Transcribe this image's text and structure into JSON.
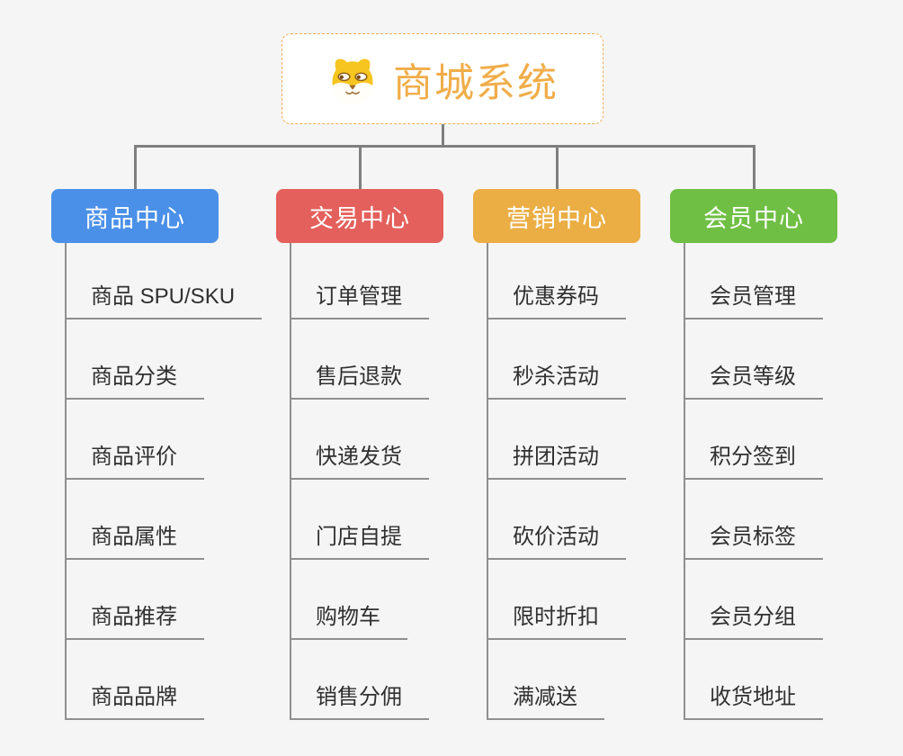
{
  "root": {
    "title": "商城系统",
    "icon": "dog-face-icon"
  },
  "branches": [
    {
      "id": "product-center",
      "label": "商品中心",
      "color": "#4B90E8",
      "items": [
        "商品 SPU/SKU",
        "商品分类",
        "商品评价",
        "商品属性",
        "商品推荐",
        "商品品牌"
      ]
    },
    {
      "id": "trade-center",
      "label": "交易中心",
      "color": "#E4605C",
      "items": [
        "订单管理",
        "售后退款",
        "快递发货",
        "门店自提",
        "购物车",
        "销售分佣"
      ]
    },
    {
      "id": "marketing-center",
      "label": "营销中心",
      "color": "#EBAE44",
      "items": [
        "优惠券码",
        "秒杀活动",
        "拼团活动",
        "砍价活动",
        "限时折扣",
        "满减送"
      ]
    },
    {
      "id": "member-center",
      "label": "会员中心",
      "color": "#6FBF44",
      "items": [
        "会员管理",
        "会员等级",
        "积分签到",
        "会员标签",
        "会员分组",
        "收货地址"
      ]
    }
  ],
  "colors": {
    "background": "#F5F5F5",
    "connector": "#7F7F7F",
    "leaf_line": "#8F8F8F",
    "leaf_text": "#303030",
    "root_accent": "#F0AD49",
    "root_border": "#F0AC50"
  }
}
